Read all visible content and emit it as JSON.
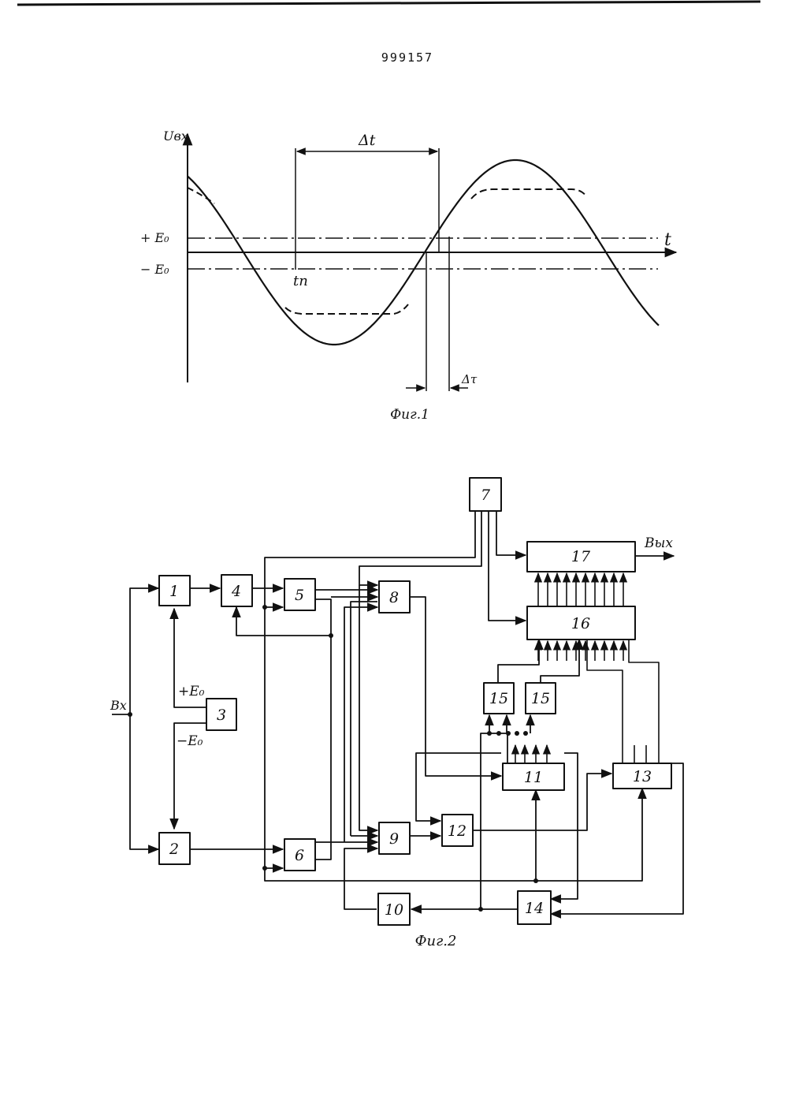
{
  "page_number": "999157",
  "fig1": {
    "caption": "Фиг.1",
    "y_axis_label": "Uвх",
    "x_axis_label": "t",
    "plus_threshold": "+ E₀",
    "minus_threshold": "− E₀",
    "interval_label": "Δt",
    "start_label": "tn",
    "delay_label": "Δτ"
  },
  "fig2": {
    "caption": "Фиг.2",
    "input_label": "Вх",
    "output_label": "Вых",
    "plus_e": "+E₀",
    "minus_e": "−E₀",
    "blocks": {
      "b1": "1",
      "b2": "2",
      "b3": "3",
      "b4": "4",
      "b5": "5",
      "b6": "6",
      "b7": "7",
      "b8": "8",
      "b9": "9",
      "b10": "10",
      "b11": "11",
      "b12": "12",
      "b13": "13",
      "b14": "14",
      "b15a": "15",
      "b15b": "15",
      "b16": "16",
      "b17": "17"
    }
  },
  "colors": {
    "ink": "#111111",
    "paper": "#ffffff"
  }
}
